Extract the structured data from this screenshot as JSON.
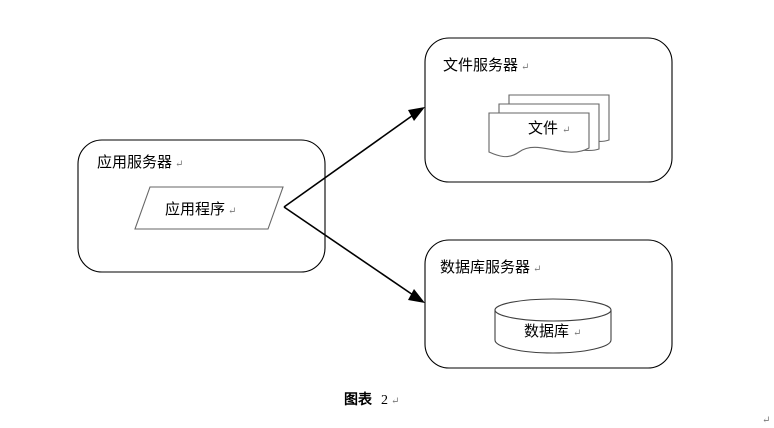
{
  "diagram": {
    "type": "architecture-block-diagram",
    "nodes": [
      {
        "id": "app-server",
        "label": "应用服务器",
        "pilcrow": "↵",
        "shape": "rounded-rect",
        "inner": {
          "id": "app-program",
          "label": "应用程序",
          "pilcrow": "↵",
          "shape": "parallelogram"
        }
      },
      {
        "id": "file-server",
        "label": "文件服务器",
        "pilcrow": "↵",
        "shape": "rounded-rect",
        "inner": {
          "id": "file",
          "label": "文件",
          "pilcrow": "↵",
          "shape": "multi-document"
        }
      },
      {
        "id": "db-server",
        "label": "数据库服务器",
        "pilcrow": "↵",
        "shape": "rounded-rect",
        "inner": {
          "id": "database",
          "label": "数据库",
          "pilcrow": "↵",
          "shape": "cylinder"
        }
      }
    ],
    "connectors": [
      {
        "id": "app-to-file",
        "from": "app-program",
        "to": "file-server",
        "style": "solid-arrow"
      },
      {
        "id": "app-to-db",
        "from": "app-program",
        "to": "db-server",
        "style": "solid-arrow"
      }
    ]
  },
  "caption": {
    "label": "图表",
    "number": "2",
    "pilcrow": "↵"
  },
  "page_end_mark": {
    "pilcrow": "↵"
  },
  "colors": {
    "stroke": "#000000",
    "inner_stroke": "#666666",
    "background": "#ffffff",
    "pilcrow": "#7a7a7a"
  }
}
